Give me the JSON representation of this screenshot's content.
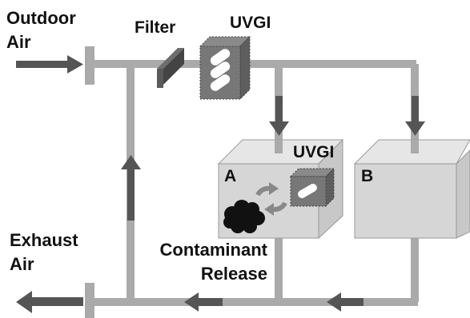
{
  "labels": {
    "outdoor_line1": "Outdoor",
    "outdoor_line2": "Air",
    "filter": "Filter",
    "uvgi_main": "UVGI",
    "uvgi_room": "UVGI",
    "room_a": "A",
    "room_b": "B",
    "exhaust_line1": "Exhaust",
    "exhaust_line2": "Air",
    "contaminant_line1": "Contaminant",
    "contaminant_line2": "Release"
  },
  "colors": {
    "duct": "#aaaaaa",
    "arrow": "#555555",
    "room_front": "#d6d6d6",
    "room_top": "#e6e6e6",
    "room_side": "#c8c8c8",
    "filter": "#5a5a5a",
    "uvgi_box": "#777777",
    "contaminant_cloud": "#111111"
  },
  "icons": [
    "right-arrow-icon",
    "down-arrow-icon",
    "up-arrow-icon",
    "left-arrow-icon",
    "recirculation-icon",
    "cloud-icon",
    "uv-lamp-icon"
  ]
}
